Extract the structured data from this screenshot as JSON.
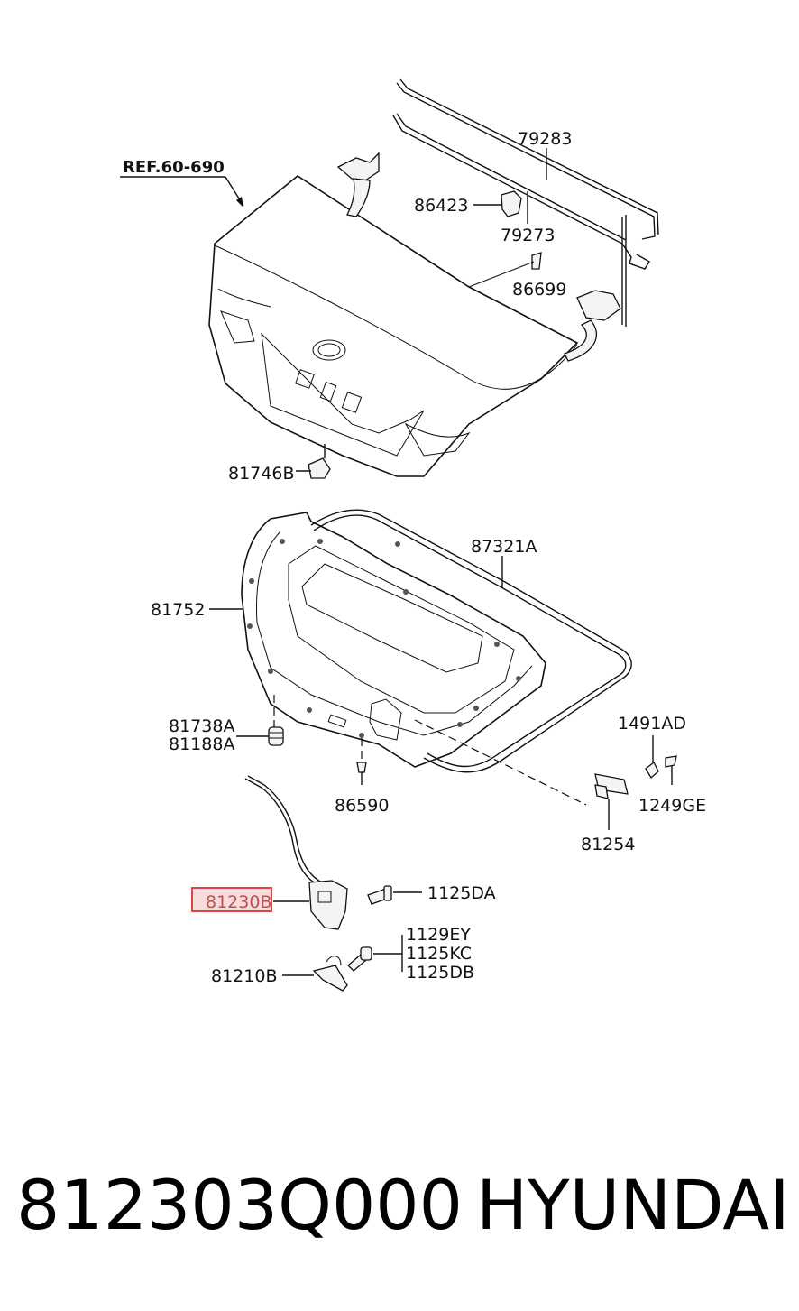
{
  "diagram": {
    "ref_label": "REF.60-690",
    "parts": [
      {
        "id": "79283",
        "label": "79283"
      },
      {
        "id": "86423",
        "label": "86423"
      },
      {
        "id": "79273",
        "label": "79273"
      },
      {
        "id": "86699",
        "label": "86699"
      },
      {
        "id": "81746B",
        "label": "81746B"
      },
      {
        "id": "87321A",
        "label": "87321A"
      },
      {
        "id": "81752",
        "label": "81752"
      },
      {
        "id": "81738A",
        "label": "81738A"
      },
      {
        "id": "81188A",
        "label": "81188A"
      },
      {
        "id": "86590",
        "label": "86590"
      },
      {
        "id": "1491AD",
        "label": "1491AD"
      },
      {
        "id": "1249GE",
        "label": "1249GE"
      },
      {
        "id": "81254",
        "label": "81254"
      },
      {
        "id": "1125DA",
        "label": "1125DA"
      },
      {
        "id": "81230B",
        "label": "81230B",
        "highlighted": true
      },
      {
        "id": "1129EY",
        "label": "1129EY"
      },
      {
        "id": "1125KC",
        "label": "1125KC"
      },
      {
        "id": "1125DB",
        "label": "1125DB"
      },
      {
        "id": "81210B",
        "label": "81210B"
      }
    ],
    "highlight_color": "#e03030"
  },
  "footer": {
    "part_number": "812303Q000",
    "brand": "HYUNDAI"
  }
}
